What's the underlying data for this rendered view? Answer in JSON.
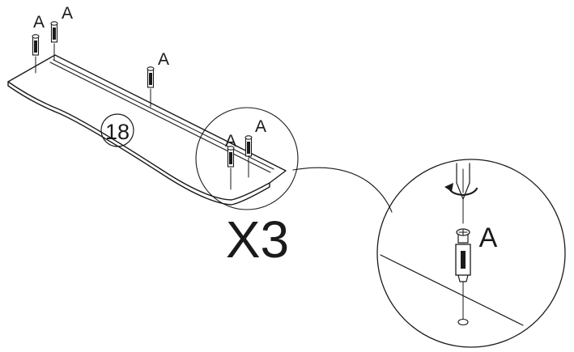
{
  "diagram": {
    "part_number": "18",
    "quantity": "X3",
    "fastener_label": "A",
    "labels": {
      "bolt_1": "A",
      "bolt_2": "A",
      "bolt_3": "A",
      "bolt_4": "A",
      "bolt_5": "A",
      "detail_bolt": "A"
    }
  }
}
